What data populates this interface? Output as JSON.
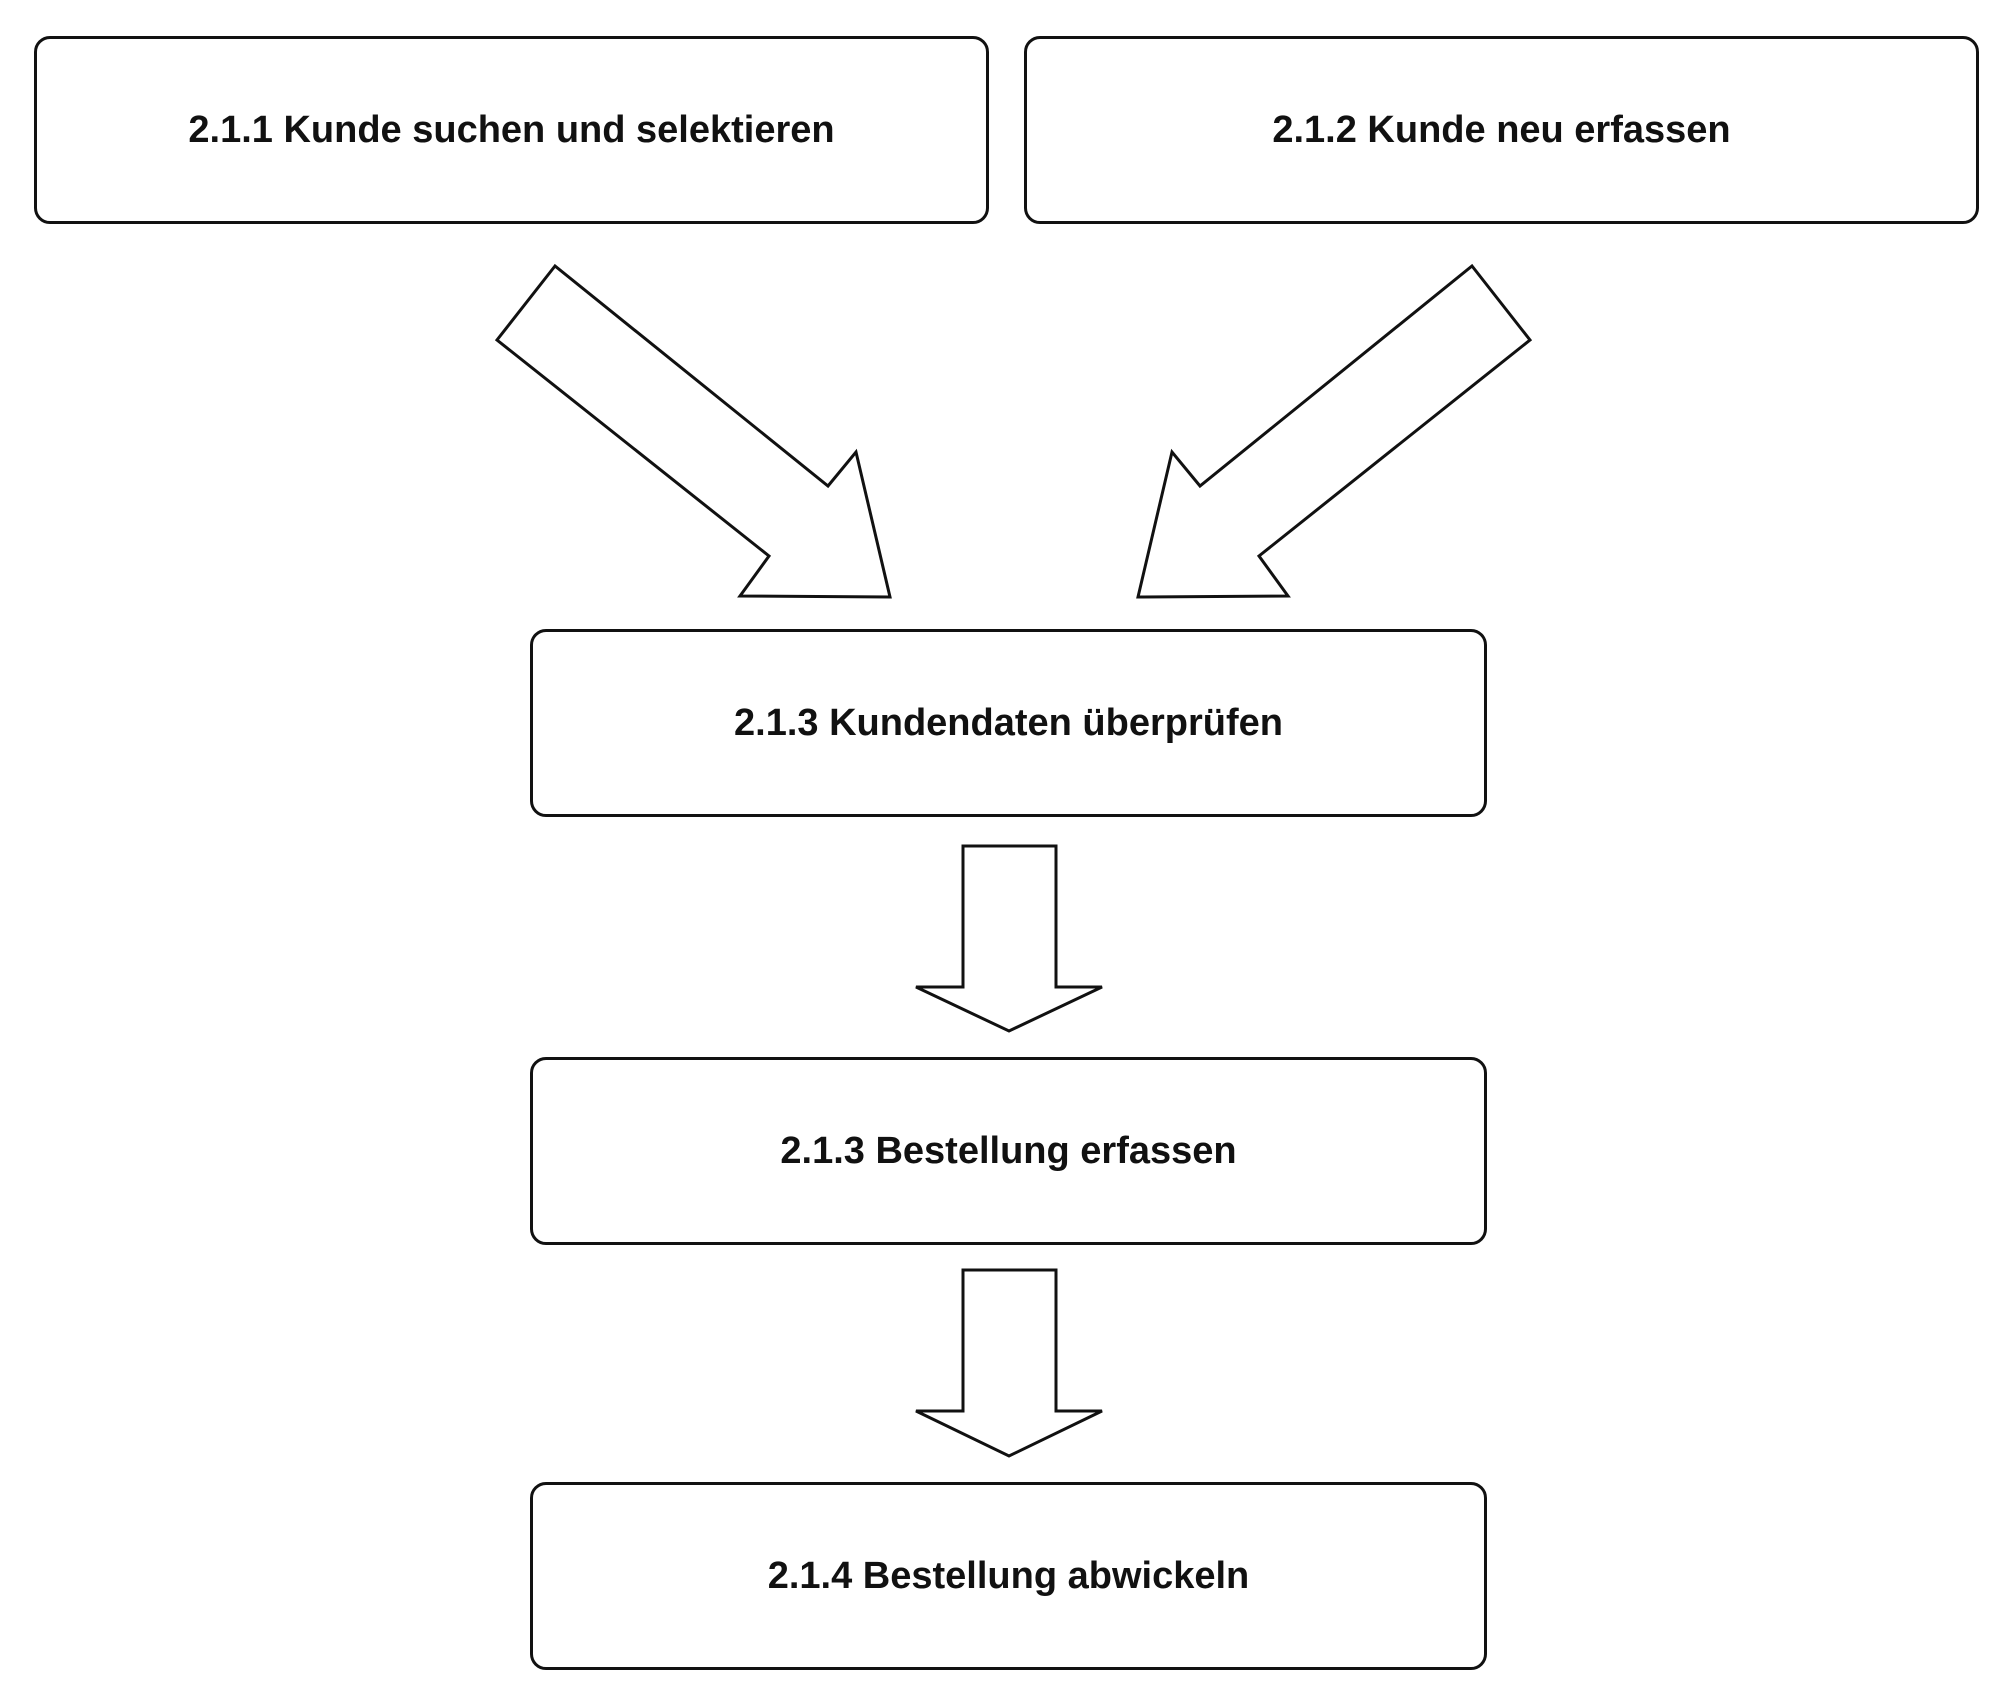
{
  "diagram": {
    "boxes": [
      {
        "label": "2.1.1 Kunde suchen und selektieren"
      },
      {
        "label": "2.1.2 Kunde neu erfassen"
      },
      {
        "label": "2.1.3 Kundendaten überprüfen"
      },
      {
        "label": "2.1.3 Bestellung erfassen"
      },
      {
        "label": "2.1.4 Bestellung abwickeln"
      }
    ]
  }
}
